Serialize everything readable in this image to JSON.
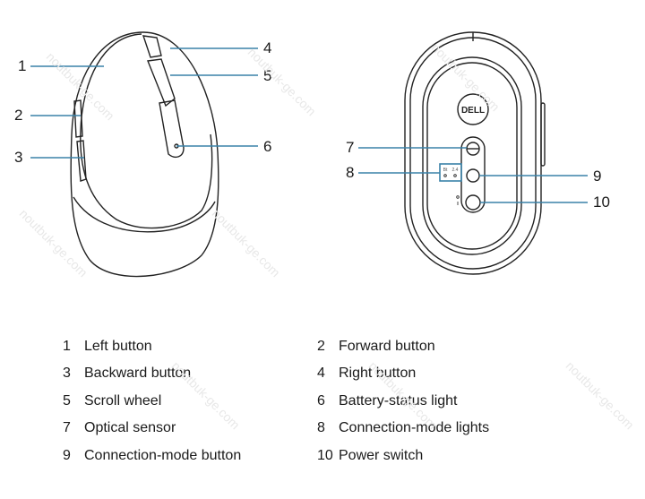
{
  "figure": {
    "title": "Dell mouse features",
    "views": [
      "top-view",
      "bottom-view"
    ],
    "leader_color": "#3a82a8",
    "logo_text": "DELL",
    "mode_light_labels": [
      "Bt",
      "2.4"
    ],
    "callouts": [
      {
        "number": "1",
        "part": "left-button"
      },
      {
        "number": "2",
        "part": "forward-button"
      },
      {
        "number": "3",
        "part": "backward-button"
      },
      {
        "number": "4",
        "part": "right-button"
      },
      {
        "number": "5",
        "part": "scroll-wheel"
      },
      {
        "number": "6",
        "part": "battery-status-light"
      },
      {
        "number": "7",
        "part": "optical-sensor"
      },
      {
        "number": "8",
        "part": "connection-mode-lights"
      },
      {
        "number": "9",
        "part": "connection-mode-button"
      },
      {
        "number": "10",
        "part": "power-switch"
      }
    ]
  },
  "legend": [
    {
      "number": "1",
      "label": "Left button"
    },
    {
      "number": "2",
      "label": "Forward button"
    },
    {
      "number": "3",
      "label": "Backward button"
    },
    {
      "number": "4",
      "label": "Right button"
    },
    {
      "number": "5",
      "label": "Scroll wheel"
    },
    {
      "number": "6",
      "label": "Battery-status light"
    },
    {
      "number": "7",
      "label": "Optical sensor"
    },
    {
      "number": "8",
      "label": "Connection-mode lights"
    },
    {
      "number": "9",
      "label": "Connection-mode button"
    },
    {
      "number": "10",
      "label": "Power switch"
    }
  ],
  "watermark": "noutbuk-ge.com"
}
